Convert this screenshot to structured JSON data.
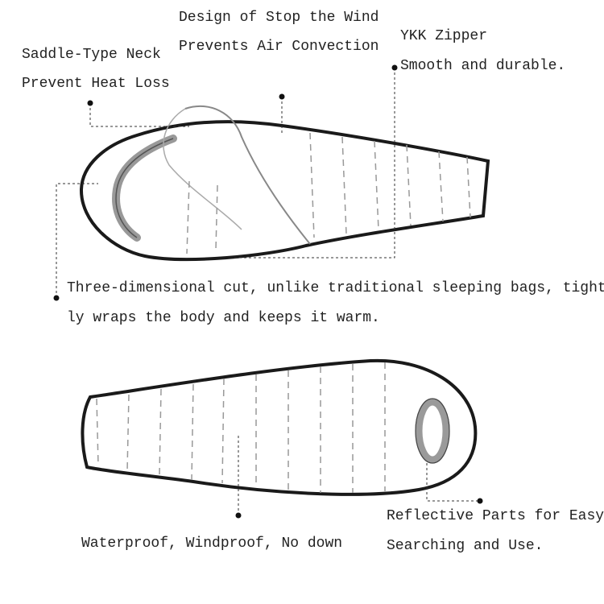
{
  "labels": {
    "wind_1": "Design of Stop the Wind",
    "wind_2": "Prevents Air Convection",
    "zipper_1": "YKK Zipper",
    "zipper_2": "Smooth and durable.",
    "neck_1": "Saddle-Type Neck",
    "neck_2": "Prevent Heat Loss",
    "cut_1": "Three-dimensional cut, unlike traditional sleeping bags, tight-",
    "cut_2": "ly wraps the body and keeps it warm.",
    "waterproof": "Waterproof, Windproof, No down",
    "reflective_1": "Reflective Parts for Easy",
    "reflective_2": "Searching and Use."
  },
  "colors": {
    "outline": "#1a1a1a",
    "baffle": "#999999",
    "reflective": "#9a9a9a"
  }
}
